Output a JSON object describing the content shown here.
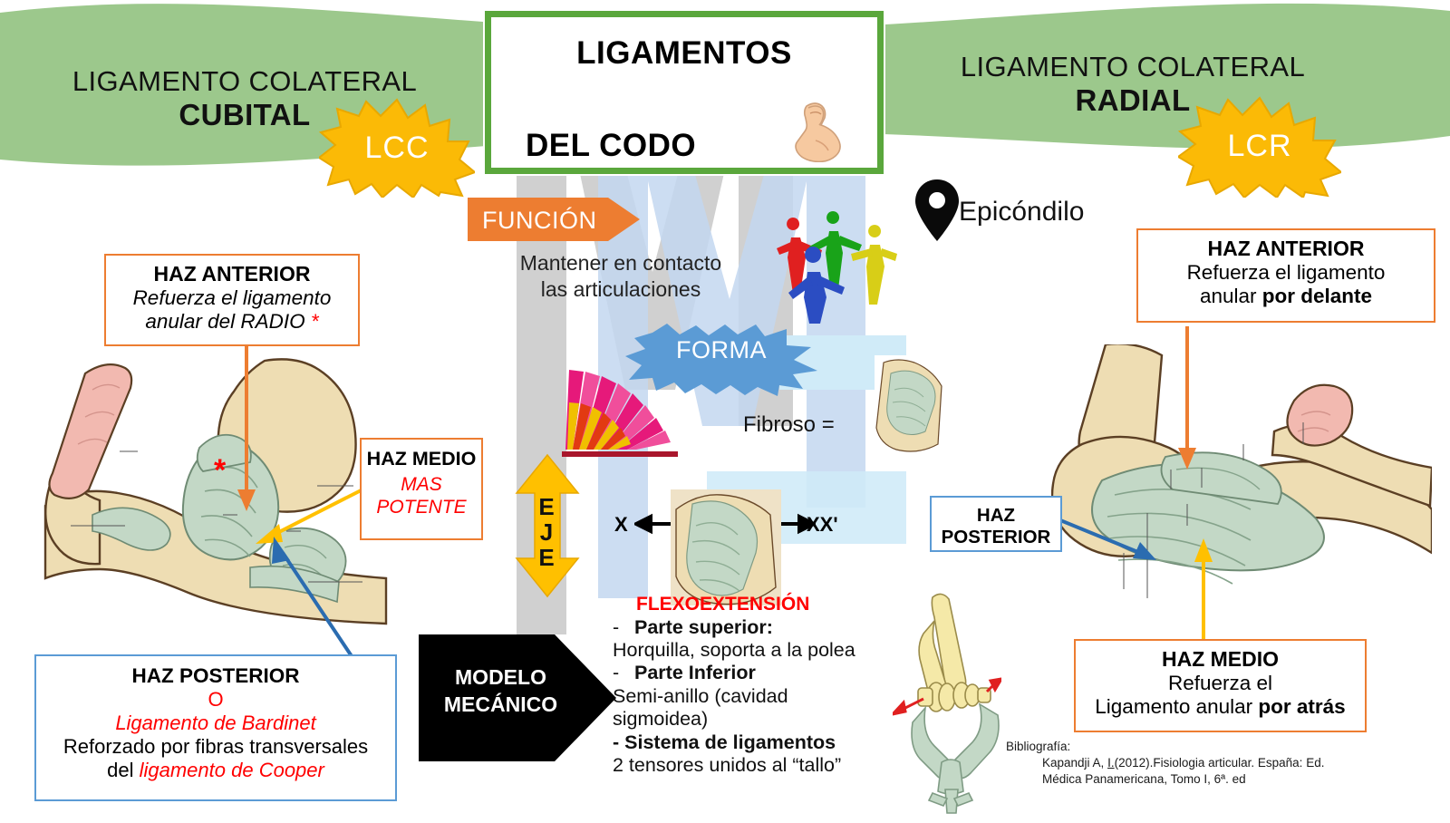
{
  "title": {
    "line1": "LIGAMENTOS",
    "line2": "DEL CODO",
    "emoji_icon": "flexed-biceps-icon"
  },
  "header": {
    "left": {
      "line1": "LIGAMENTO COLATERAL",
      "line2": "CUBITAL",
      "badge": "LCC"
    },
    "right": {
      "line1": "LIGAMENTO COLATERAL",
      "line2": "RADIAL",
      "badge": "LCR"
    }
  },
  "center": {
    "funcion_banner": "FUNCIÓN",
    "funcion_text_l1": "Mantener en contacto",
    "funcion_text_l2": "las articulaciones",
    "forma_banner": "FORMA",
    "fibroso": "Fibroso =",
    "eje_label": "EJE",
    "axis_left": "X",
    "axis_right": "XX'",
    "modelo_l1": "MODELO",
    "modelo_l2": "MECÁNICO",
    "flexo": {
      "heading": "FLEXOEXTENSIÓN",
      "item1_label": "Parte superior:",
      "item1_text": "Horquilla, soporta a la polea",
      "item2_label": "Parte Inferior",
      "item2_text_l1": "Semi-anillo (cavidad",
      "item2_text_l2": "sigmoidea)",
      "item3_label": "- Sistema de ligamentos",
      "item3_text": "2 tensores unidos al “tallo”"
    }
  },
  "epicondilo": {
    "label": "Epicóndilo",
    "icon": "map-pin-icon"
  },
  "left_callouts": {
    "anterior": {
      "title": "HAZ ANTERIOR",
      "l1": "Refuerza el ligamento",
      "l2": "anular del RADIO",
      "asterisk": "*"
    },
    "medio": {
      "title": "HAZ MEDIO",
      "l1": "MAS",
      "l2": "POTENTE"
    },
    "posterior": {
      "title": "HAZ POSTERIOR",
      "o": "O",
      "l1": "Ligamento de Bardinet",
      "l2": "Reforzado por fibras transversales",
      "l3_pre": "del ",
      "l3_em": "ligamento de Cooper"
    }
  },
  "right_callouts": {
    "anterior": {
      "title": "HAZ ANTERIOR",
      "l1": "Refuerza el ligamento",
      "l2_pre": "anular ",
      "l2_em": "por delante"
    },
    "posterior": {
      "title_l1": "HAZ",
      "title_l2": "POSTERIOR"
    },
    "medio": {
      "title": "HAZ MEDIO",
      "l1": "Refuerza el",
      "l2_pre": "Ligamento anular ",
      "l2_em": "por atrás"
    }
  },
  "bibliography": {
    "heading": "Bibliografía:",
    "line1_a": "Kapandji A, ",
    "line1_u": "I.",
    "line1_b": "(2012).Fisiologia articular. España: Ed.",
    "line2": "Médica Panamericana, Tomo I, 6ª. ed"
  },
  "colors": {
    "header_green": "#9CC88C",
    "title_border_green": "#5AA73C",
    "burst_yellow": "#FBBA06",
    "banner_orange": "#ED7D31",
    "burst_blue": "#5B9BD5",
    "eje_yellow": "#FFC000",
    "red": "#FF0000",
    "bone": "#EEDDB3",
    "ligament": "#C3D8C6",
    "muscle": "#F2B9B0"
  }
}
